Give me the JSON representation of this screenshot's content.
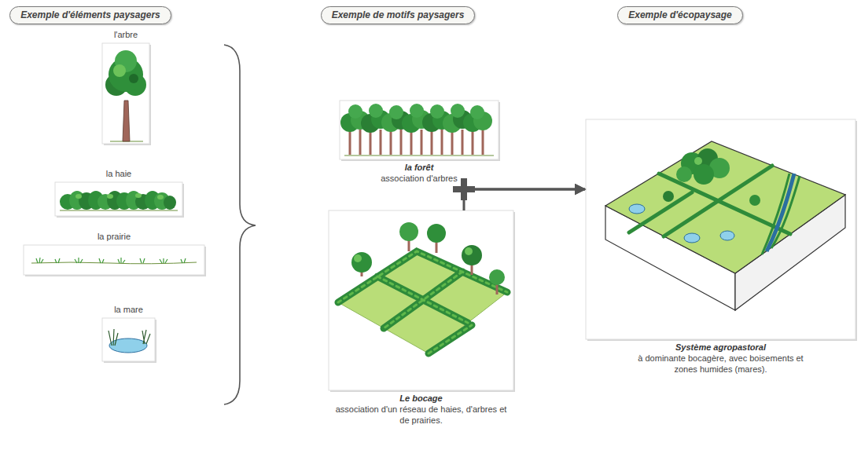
{
  "diagram": {
    "nodes": [
      {
        "text": [
          "Exemple d'éléments paysagers"
        ]
      },
      {
        "text": [
          "Exemple de motifs paysagers"
        ]
      },
      {
        "text": [
          "Exemple d'écopaysage"
        ]
      },
      {
        "text": [
          "l'arbre"
        ]
      },
      {
        "text": [
          "la haie"
        ]
      },
      {
        "text": [
          "la prairie"
        ]
      },
      {
        "text": [
          "la mare"
        ]
      },
      {
        "text": [
          "la forêt",
          "association d'arbres"
        ]
      },
      {
        "text": [
          "Le bocage",
          "association d'un réseau de haies, d'arbres et de prairies."
        ]
      },
      {
        "text": [
          "Système agropastoral",
          "à dominante bocagère, avec boisements et zones humides (mares)."
        ]
      }
    ],
    "edges": [
      {
        "from": 7,
        "to": 9,
        "arrow": "to"
      },
      {
        "from": 8,
        "to": 9,
        "arrow": "to"
      }
    ]
  }
}
